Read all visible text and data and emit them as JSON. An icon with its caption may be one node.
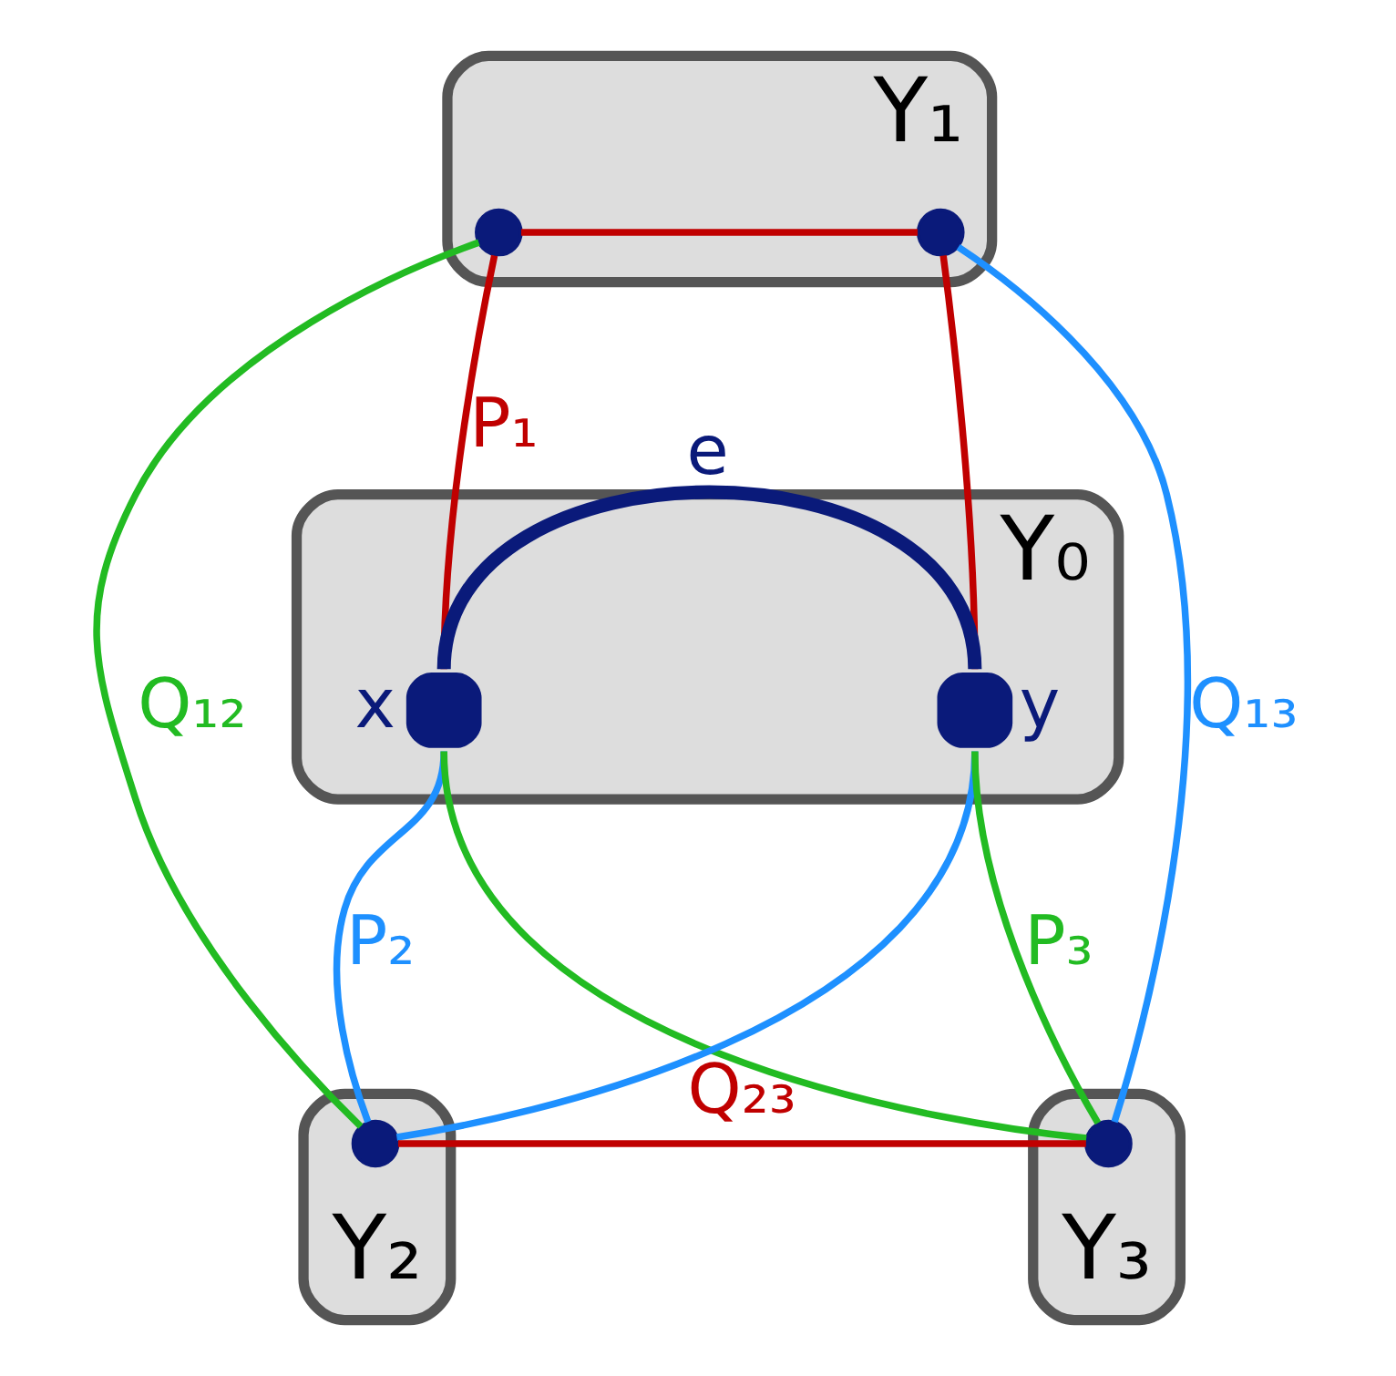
{
  "diagram": {
    "nodes": [
      {
        "text": [
          "Y₁"
        ]
      },
      {
        "text": [],
        "shape": "circle",
        "in": 0
      },
      {
        "text": [],
        "shape": "circle",
        "in": 0
      },
      {
        "text": [
          "Y₀"
        ]
      },
      {
        "text": [
          "x"
        ],
        "in": 3
      },
      {
        "text": [
          "y"
        ],
        "in": 3
      },
      {
        "text": [
          "Y₂"
        ]
      },
      {
        "text": [],
        "shape": "circle",
        "in": 6
      },
      {
        "text": [
          "Y₃"
        ]
      },
      {
        "text": [],
        "shape": "circle",
        "in": 8
      }
    ],
    "edges": [
      {
        "from": 4,
        "to": 5,
        "arrow": "none",
        "label": "e",
        "color": "#0a1a7a",
        "style": "thick"
      },
      {
        "from": 1,
        "to": 4,
        "arrow": "none",
        "label": "P₁",
        "color": "#c00000"
      },
      {
        "from": 1,
        "to": 2,
        "arrow": "none",
        "color": "#c00000"
      },
      {
        "from": 2,
        "to": 5,
        "arrow": "none",
        "color": "#c00000"
      },
      {
        "from": 4,
        "to": 7,
        "arrow": "none",
        "label": "P₂",
        "color": "#1e90ff"
      },
      {
        "from": 5,
        "to": 7,
        "arrow": "none",
        "color": "#1e90ff"
      },
      {
        "from": 5,
        "to": 9,
        "arrow": "none",
        "label": "P₃",
        "color": "#22bb22"
      },
      {
        "from": 4,
        "to": 9,
        "arrow": "none",
        "color": "#22bb22"
      },
      {
        "from": 1,
        "to": 7,
        "arrow": "none",
        "label": "Q₁₂",
        "color": "#22bb22"
      },
      {
        "from": 2,
        "to": 9,
        "arrow": "none",
        "label": "Q₁₃",
        "color": "#1e90ff"
      },
      {
        "from": 7,
        "to": 9,
        "arrow": "none",
        "label": "Q₂₃",
        "color": "#c00000"
      }
    ]
  }
}
